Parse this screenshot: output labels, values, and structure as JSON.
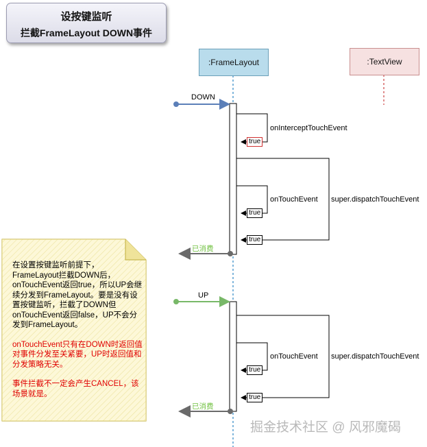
{
  "title": {
    "line1": "设按键监听",
    "line2": "拦截FrameLayout DOWN事件"
  },
  "participants": [
    ":FrameLayout",
    ":TextView"
  ],
  "messages": {
    "down": "DOWN",
    "up": "UP",
    "consumed_1": "已消费",
    "consumed_2": "已消费"
  },
  "calls": {
    "intercept": "onInterceptTouchEvent",
    "touch_1": "onTouchEvent",
    "super_1": "super.dispatchTouchEvent",
    "touch_2": "onTouchEvent",
    "super_2": "super.dispatchTouchEvent"
  },
  "returns": [
    "true",
    "true",
    "true",
    "true",
    "true"
  ],
  "note": {
    "para1": "在设置按键监听前提下，FrameLayout拦截DOWN后，onTouchEvent返回true，所以UP会继续分发到FrameLayout。要是没有设置按键监听，拦截了DOWN但onTouchEvent返回false，UP不会分发到FrameLayout。",
    "para2": "onTouchEvent只有在DOWN时返回值对事件分发至关紧要，UP时返回值和分发策略无关。",
    "para3": "事件拦截不一定会产生CANCEL，该场景就是。"
  },
  "watermark": "掘金技术社区 @ 风邪魔碣",
  "colors": {
    "frame_participant": "#b9dcec",
    "textview_participant": "#f6e1e1",
    "down_arrow": "#5b7fb8",
    "up_arrow": "#78b868",
    "consumed_text": "#70c040",
    "note_highlight": "#e00000",
    "note_fill": "#fbf3b8"
  }
}
